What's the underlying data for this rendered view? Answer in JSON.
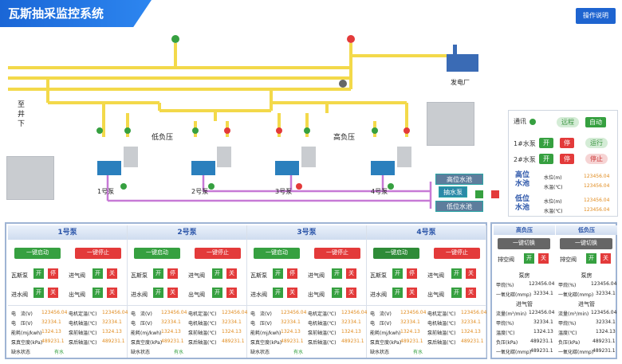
{
  "app": {
    "title": "瓦斯抽采监控系统",
    "help": "操作说明"
  },
  "diagram": {
    "side": [
      "至",
      "井",
      "下"
    ],
    "power_plant": "发电厂",
    "low_label": "低负压",
    "high_label": "高负压",
    "pumps": [
      "1号泵",
      "2号泵",
      "3号泵",
      "4号泵"
    ],
    "tanks": {
      "high": "高位水池",
      "pump": "抽水泵",
      "low": "低位水池"
    }
  },
  "control": {
    "comm": "通讯",
    "remote": "远程",
    "auto": "自动",
    "w1": "1#水泵",
    "w2": "2#水泵",
    "on": "开",
    "off": "停",
    "running": "运行",
    "stopped": "停止",
    "high_pool": [
      "高位",
      "水池"
    ],
    "low_pool": [
      "低位",
      "水池"
    ],
    "level": "水位(m)",
    "temp": "水温(℃)",
    "level_val": "123456.04",
    "temp_val": "123456.04"
  },
  "pumps": [
    {
      "name": "1号泵",
      "start": "一键启动",
      "stop": "一键停止",
      "start_active": false
    },
    {
      "name": "2号泵",
      "start": "一键启动",
      "stop": "一键停止",
      "start_active": false
    },
    {
      "name": "3号泵",
      "start": "一键启动",
      "stop": "一键停止",
      "start_active": false
    },
    {
      "name": "4号泵",
      "start": "一键启动",
      "stop": "一键停止",
      "start_active": true
    }
  ],
  "labels": {
    "gas_pump": "瓦斯泵",
    "in_valve": "进气阀",
    "in_water": "进水阀",
    "out_valve": "出气阀",
    "open": "开",
    "stop": "停",
    "close": "关"
  },
  "stats": {
    "left": [
      [
        "电　流(V)",
        "123456.04"
      ],
      [
        "电　压(V)",
        "32334.1"
      ],
      [
        "能耗(mj/kwh)",
        "1324.13"
      ],
      [
        "泵真空度(kPa)",
        "489231.1"
      ],
      [
        "缺水状态",
        "有水"
      ]
    ],
    "right": [
      [
        "电机定温(℃)",
        "123456.04"
      ],
      [
        "电机轴温(℃)",
        "32334.1"
      ],
      [
        "泵前轴温(℃)",
        "1324.13"
      ],
      [
        "泵后轴温(℃)",
        "489231.1"
      ]
    ]
  },
  "pressure": {
    "low": {
      "title": "高负压",
      "switch": "一键切换",
      "vent": "排空阀",
      "open": "开",
      "close": "关",
      "room": "泵房",
      "pipe": "进气管"
    },
    "high": {
      "title": "低负压",
      "switch": "一键切换",
      "vent": "排空阀",
      "open": "开",
      "close": "关",
      "room": "泵房",
      "pipe": "进气管"
    },
    "room_rows": [
      [
        "甲烷(%)",
        "123456.04"
      ],
      [
        "一氧化碳(mmp)",
        "32334.1"
      ]
    ],
    "pipe_rows": [
      [
        "流量(m³/min)",
        "123456.04"
      ],
      [
        "甲烷(%)",
        "32334.1"
      ],
      [
        "温度(℃)",
        "1324.13"
      ],
      [
        "负压(kPa)",
        "489231.1"
      ],
      [
        "一氧化碳(mmp)",
        "489231.1"
      ]
    ]
  }
}
